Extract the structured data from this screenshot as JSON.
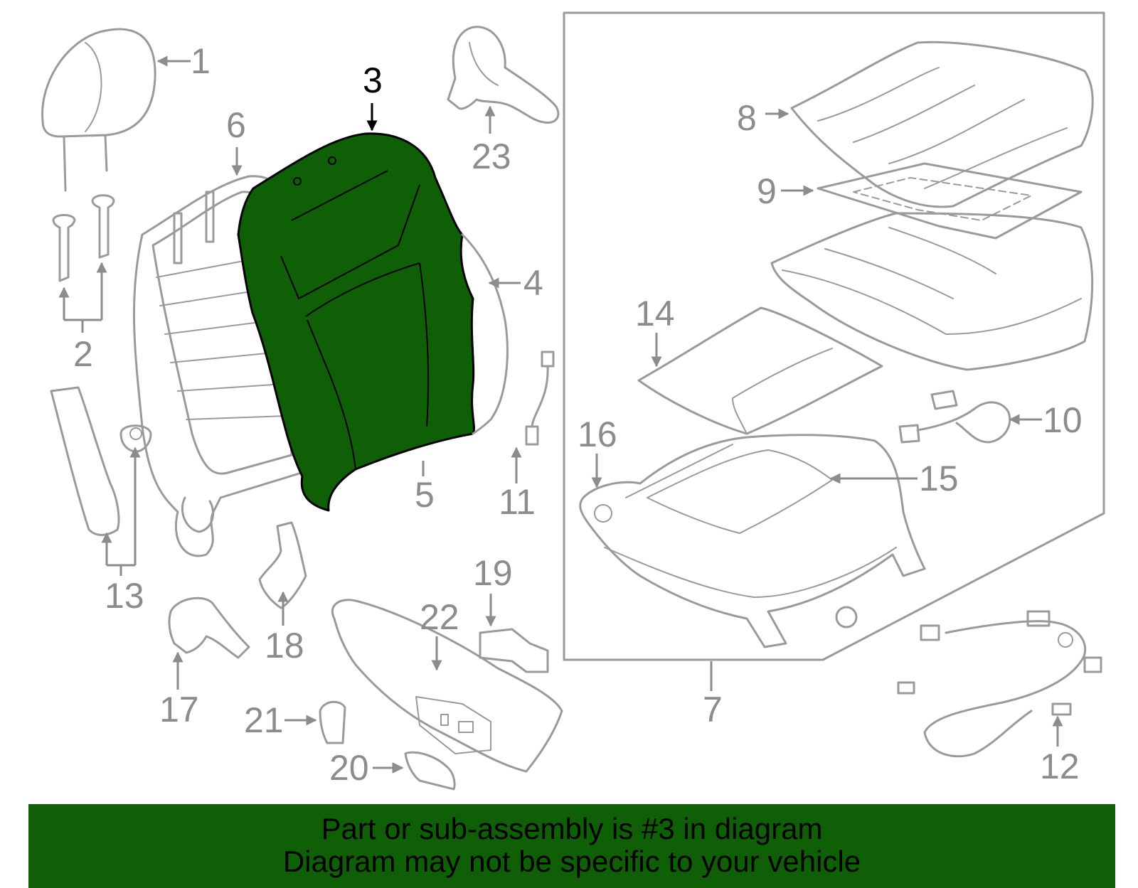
{
  "highlight_color": "#0f5f07",
  "callouts": {
    "c1": "1",
    "c2": "2",
    "c3": "3",
    "c4": "4",
    "c5": "5",
    "c6": "6",
    "c7": "7",
    "c8": "8",
    "c9": "9",
    "c10": "10",
    "c11": "11",
    "c12": "12",
    "c13": "13",
    "c14": "14",
    "c15": "15",
    "c16": "16",
    "c17": "17",
    "c18": "18",
    "c19": "19",
    "c20": "20",
    "c21": "21",
    "c22": "22",
    "c23": "23"
  },
  "banner": {
    "line1": "Part or sub-assembly is #3 in diagram",
    "line2": "Diagram may not be specific to your vehicle"
  }
}
